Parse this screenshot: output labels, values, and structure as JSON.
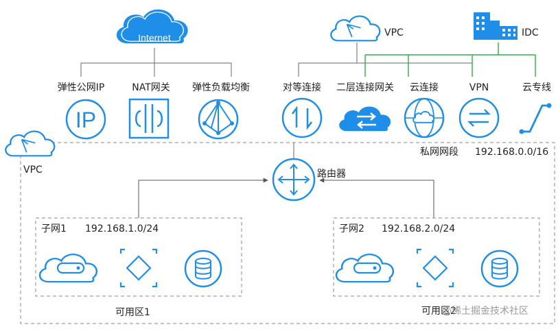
{
  "internet": {
    "label": "Internet"
  },
  "vpc_top": {
    "label": "VPC"
  },
  "idc": {
    "label": "IDC"
  },
  "services_left": [
    {
      "label": "弹性公网IP",
      "icon": "ip-icon"
    },
    {
      "label": "NAT网关",
      "icon": "nat-gateway-icon"
    },
    {
      "label": "弹性负载均衡",
      "icon": "load-balancer-icon"
    }
  ],
  "services_right": [
    {
      "label": "对等连接",
      "icon": "peering-icon"
    },
    {
      "label": "二层连接网关",
      "icon": "l2-gateway-icon"
    },
    {
      "label": "云连接",
      "icon": "cloud-connect-icon"
    },
    {
      "label": "VPN",
      "icon": "vpn-icon"
    },
    {
      "label": "云专线",
      "icon": "direct-connect-icon"
    }
  ],
  "vpc_main": {
    "label": "VPC",
    "private_label": "私网网段",
    "private_cidr": "192.168.0.0/16"
  },
  "router": {
    "label": "路由器"
  },
  "subnets": [
    {
      "name": "子网1",
      "cidr": "192.168.1.0/24",
      "zone": "可用区1"
    },
    {
      "name": "子网2",
      "cidr": "192.168.2.0/24",
      "zone": "可用区2"
    }
  ],
  "watermark": "@稀土掘金技术社区",
  "colors": {
    "primary": "#1f8ee8",
    "green": "#2fae49",
    "dash": "#888888"
  }
}
